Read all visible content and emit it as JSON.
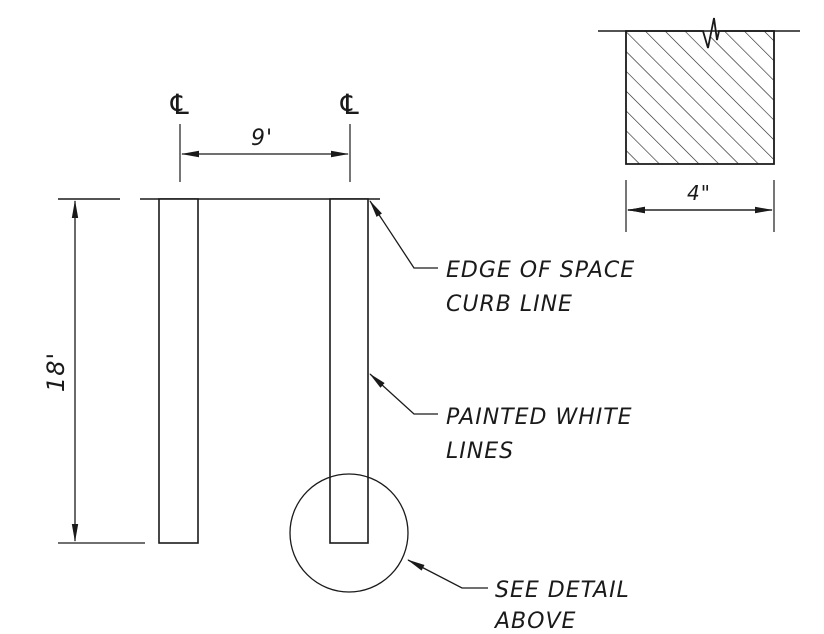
{
  "drawing": {
    "stripe_spacing": "9'",
    "stall_length": "18'",
    "stripe_width": "4\"",
    "centerline_symbol": "℄",
    "callouts": {
      "edge": [
        "EDGE OF SPACE",
        "CURB LINE"
      ],
      "stripes": [
        "PAINTED WHITE",
        "LINES"
      ],
      "detail": [
        "SEE DETAIL",
        "ABOVE"
      ]
    },
    "line_color": "#1a1a1a"
  }
}
